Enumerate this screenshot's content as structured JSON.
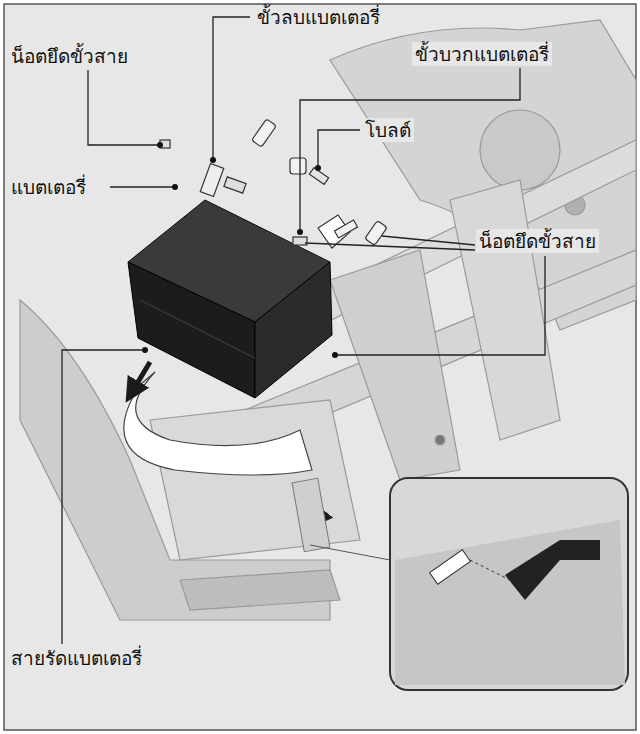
{
  "diagram": {
    "labels": [
      "ขั้วลบแบตเตอรี่",
      "น็อตยึดขั้วสาย",
      "ขั้วบวกแบตเตอรี่",
      "โบลต์",
      "แบตเตอรี่",
      "น็อตยึดขั้วสาย",
      "สายรัดแบตเตอรี่"
    ]
  }
}
